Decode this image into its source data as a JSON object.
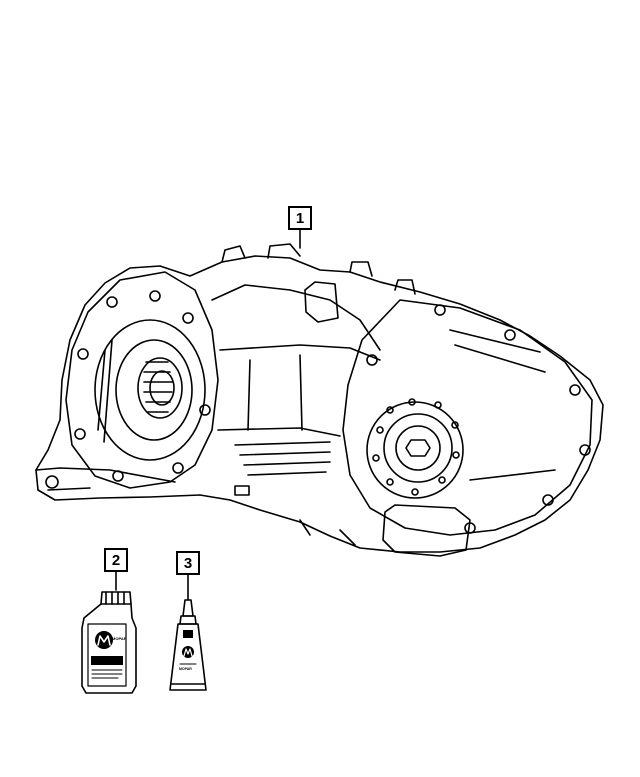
{
  "callouts": [
    {
      "id": "1",
      "label": "1"
    },
    {
      "id": "2",
      "label": "2"
    },
    {
      "id": "3",
      "label": "3"
    }
  ],
  "bottle": {
    "brand_text": "MOPAR"
  },
  "tube": {
    "brand_text": "MOPAR"
  },
  "colors": {
    "line": "#000000",
    "background": "#ffffff"
  }
}
